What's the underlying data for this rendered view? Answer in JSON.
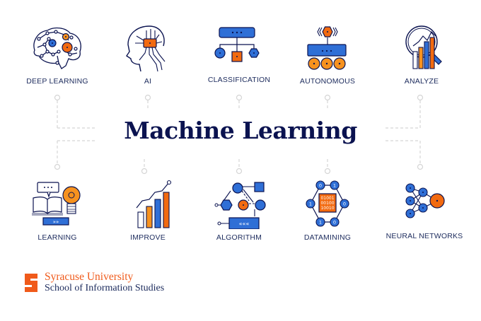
{
  "title": "Machine Learning",
  "colors": {
    "navy": "#0b1350",
    "blue": "#2f6fd6",
    "orange": "#f26a10",
    "amber": "#f7921e",
    "connector": "#d5d5d5"
  },
  "top_row": [
    {
      "label": "DEEP LEARNING",
      "icon": "brain-network-icon"
    },
    {
      "label": "AI",
      "icon": "robot-head-chip-icon"
    },
    {
      "label": "CLASSIFICATION",
      "icon": "classification-tree-icon"
    },
    {
      "label": "AUTONOMOUS",
      "icon": "autonomous-robot-icon"
    },
    {
      "label": "ANALYZE",
      "icon": "magnifier-chart-icon"
    }
  ],
  "bottom_row": [
    {
      "label": "LEARNING",
      "icon": "book-lightbulb-icon"
    },
    {
      "label": "IMPROVE",
      "icon": "growth-bar-chart-icon"
    },
    {
      "label": "ALGORITHM",
      "icon": "algorithm-flow-icon"
    },
    {
      "label": "DATAMINING",
      "icon": "binary-hexagon-icon",
      "binary": [
        "01001",
        "00100",
        "10010"
      ],
      "nodes": [
        "0",
        "1",
        "1",
        "0",
        "1",
        "0"
      ]
    },
    {
      "label": "NEURAL NETWORKS",
      "icon": "neural-network-icon"
    }
  ],
  "logo": {
    "line1": "Syracuse University",
    "line2": "School of Information Studies"
  }
}
